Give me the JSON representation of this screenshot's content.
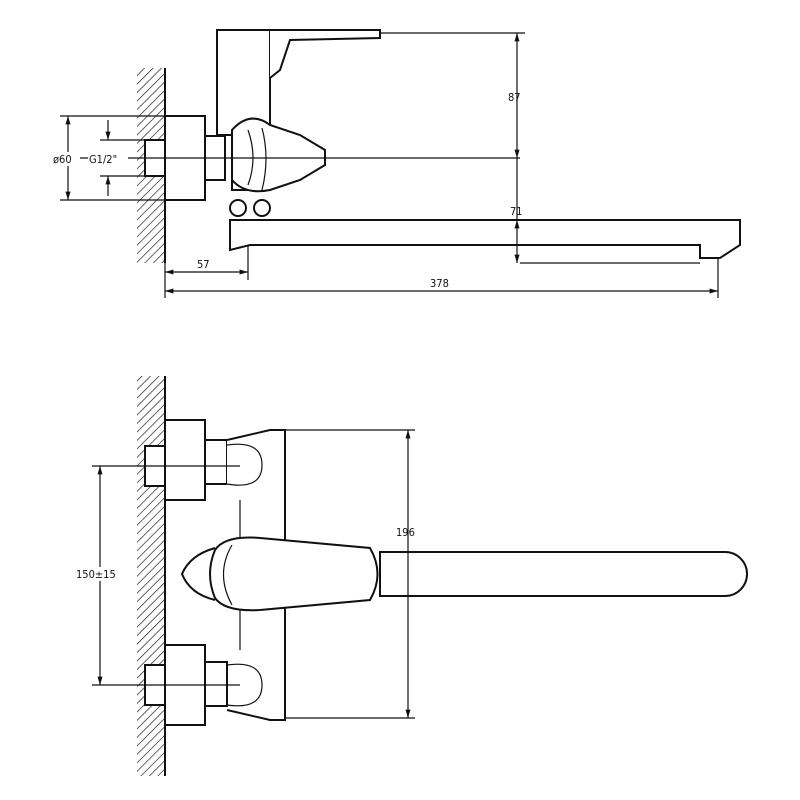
{
  "side_view": {
    "dim_height_above_axis": "87",
    "dim_spout_height": "71",
    "dim_diameter": "ø60",
    "dim_thread": "G1/2\"",
    "dim_wall_offset": "57",
    "dim_spout_length": "378"
  },
  "top_view": {
    "dim_width": "196",
    "dim_center_distance": "150±15"
  },
  "colors": {
    "line": "#111111",
    "background": "#ffffff"
  }
}
